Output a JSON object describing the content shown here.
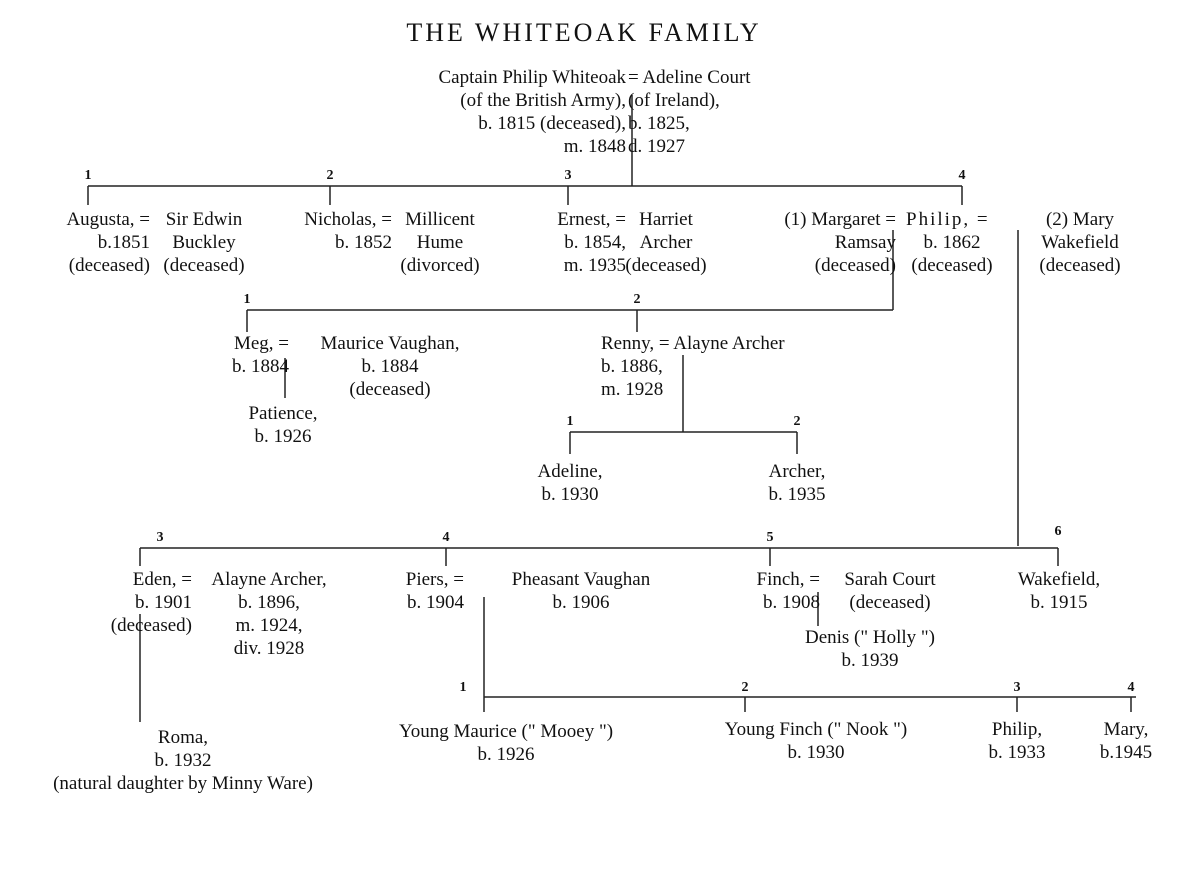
{
  "title": "THE WHITEOAK FAMILY",
  "persons": {
    "philip_sr": "Captain Philip Whiteoak\n(of the British Army),\nb. 1815 (deceased),\nm. 1848",
    "adeline_court": "= Adeline Court\n(of Ireland),\nb. 1825,\nd. 1927",
    "augusta": "Augusta, =\nb.1851\n(deceased)",
    "sir_edwin": "Sir Edwin\nBuckley\n(deceased)",
    "nicholas": "Nicholas, =\nb. 1852",
    "millicent": "Millicent\nHume\n(divorced)",
    "ernest": "Ernest, =\nb. 1854,\nm. 1935",
    "harriet": "Harriet\nArcher\n(deceased)",
    "margaret": "(1) Margaret =\nRamsay\n(deceased)",
    "philip_name": "Philip, =",
    "philip_details": "b. 1862\n(deceased)",
    "mary_wakefield": "(2) Mary\nWakefield\n(deceased)",
    "meg": "Meg, =\nb. 1884",
    "maurice": "Maurice Vaughan,\nb. 1884\n(deceased)",
    "patience": "Patience,\nb. 1926",
    "renny": "Renny, = Alayne Archer\nb. 1886,\nm. 1928",
    "adeline": "Adeline,\nb. 1930",
    "archer": "Archer,\nb. 1935",
    "eden": "Eden, =\nb. 1901\n(deceased)",
    "alayne_eden": "Alayne Archer,\nb. 1896,\nm. 1924,\ndiv. 1928",
    "piers": "Piers, =\nb. 1904",
    "pheasant": "Pheasant Vaughan\nb. 1906",
    "finch": "Finch, =\nb. 1908",
    "sarah": "Sarah Court\n(deceased)",
    "denis": "Denis (\" Holly \")\nb. 1939",
    "wakefield": "Wakefield,\nb. 1915",
    "roma": "Roma,\nb. 1932\n(natural daughter by Minny Ware)",
    "young_maurice": "Young Maurice (\" Mooey \")\nb. 1926",
    "young_finch": "Young Finch (\" Nook \")\nb. 1930",
    "philip_jr": "Philip,\nb. 1933",
    "mary": "Mary,\nb.1945"
  },
  "order_numbers": {
    "gen1": [
      "1",
      "2",
      "3",
      "4"
    ],
    "philip_first": [
      "1",
      "2"
    ],
    "renny_children": [
      "1",
      "2"
    ],
    "philip_second": [
      "3",
      "4",
      "5",
      "6"
    ],
    "piers_children": [
      "1",
      "2",
      "3",
      "4"
    ]
  }
}
